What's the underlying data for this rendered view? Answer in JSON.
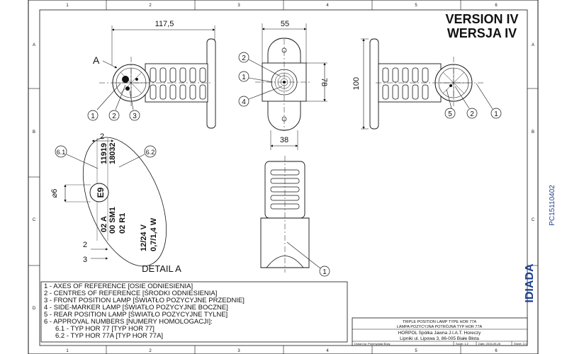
{
  "title_block": {
    "version": "VERSION IV",
    "version_pl": "WERSJA IV",
    "title_en": "TRIPLE POSITION LAMP TYPE HOR 77A",
    "title_pl": "LAMPA POZYCYJNA POTRÓJNA TYP HOR 77A",
    "company": "HORPOL Spółka Jawna   J.I.A.T. Horeczy",
    "address": "Lipniki ul. Lipowa 3, 86-005 Białe Błota",
    "drawn_by": "Drawn by: Przemysław Bosy",
    "scale": "Scale: 1:2",
    "date": "Date: 2015-09-26",
    "sheet": "Sheet: 1/1",
    "part_no": "PC15110402",
    "logo": "IDIADA"
  },
  "grid": {
    "cols": [
      "1",
      "2",
      "3",
      "4",
      "5",
      "6"
    ],
    "rows": [
      "A",
      "B",
      "C",
      "D"
    ]
  },
  "dimensions": {
    "length": "117,5",
    "width": "55",
    "height_78": "78",
    "height_100": "100",
    "width_38": "38",
    "detail_2a": "2",
    "detail_diam": "⌀6",
    "detail_2b": "2",
    "detail_3": "3"
  },
  "callouts": {
    "a": "A",
    "n1": "1",
    "n2": "2",
    "n3": "3",
    "n4": "4",
    "n5": "5",
    "n61": "6.1",
    "n62": "6.2"
  },
  "detail": {
    "title": "DETAIL A",
    "mark_e": "E9",
    "approval_1": "11919",
    "approval_2": "18032",
    "code_1": "02 A",
    "code_2": "00 SM1",
    "code_3": "02 R1",
    "voltage": "12/24 V",
    "power": "0,7/1,4 W"
  },
  "legend": [
    "1 - AXES OF REFERENCE [OSIE ODNIESIENIA]",
    "2 - CENTRES OF REFERENCE [ŚRODKI ODNIESIENIA]",
    "3 - FRONT POSITION LAMP [ŚWIATŁO POZYCYJNE PRZEDNIE]",
    "4 - SIDE-MARKER LAMP [ŚWIATŁO POZYCYJNE BOCZNE]",
    "5 - REAR POSITION LAMP [ŚWIATŁO POZYCYJNE TYLNE]",
    "6 - APPROVAL NUMBERS [NUMERY HOMOLOGACJI]:",
    "6.1 - TYP HOR 77 [TYP HOR 77]",
    "6.2 - TYP HOR 77A [TYP HOR 77A]"
  ]
}
